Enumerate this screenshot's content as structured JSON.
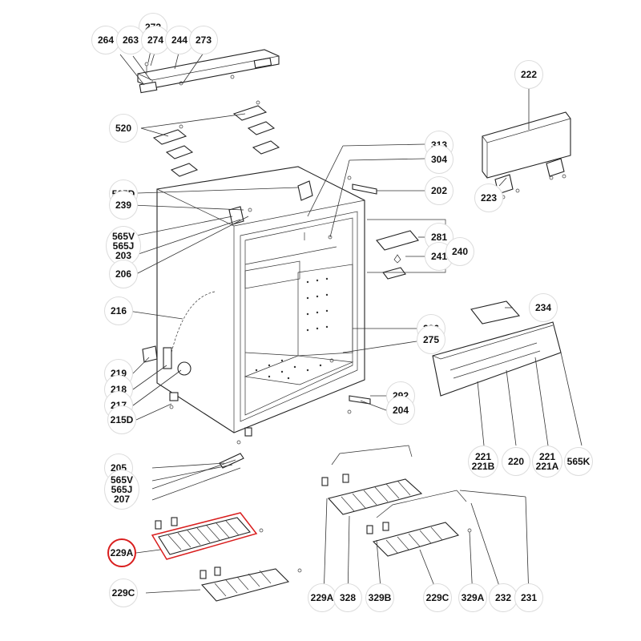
{
  "accent_color": "#d91e1e",
  "labels": {
    "l272": "272",
    "l264": "264",
    "l263": "263",
    "l274": "274",
    "l244": "244",
    "l273": "273",
    "l520": "520",
    "l222": "222",
    "l313": "313",
    "l304": "304",
    "l202": "202",
    "l565D": "565D",
    "l239": "239",
    "l565V_a": "565V",
    "l565J_a": "565J",
    "l203": "203",
    "l206": "206",
    "l216": "216",
    "l219": "219",
    "l218": "218",
    "l217": "217",
    "l215D": "215D",
    "l281": "281",
    "l241": "241",
    "l240": "240",
    "l234": "234",
    "l286": "286",
    "l275": "275",
    "l292": "292",
    "l204": "204",
    "l223": "223",
    "l205": "205",
    "l565V_b": "565V",
    "l565J_b": "565J",
    "l207": "207",
    "l221a": "221",
    "l221B": "221B",
    "l220": "220",
    "l221b": "221",
    "l221A": "221A",
    "l565K": "565K",
    "l229A_left": "229A",
    "l229C_left": "229C",
    "l229A_b": "229A",
    "l328": "328",
    "l329B": "329B",
    "l229C_b": "229C",
    "l329A": "329A",
    "l232": "232",
    "l231": "231"
  }
}
